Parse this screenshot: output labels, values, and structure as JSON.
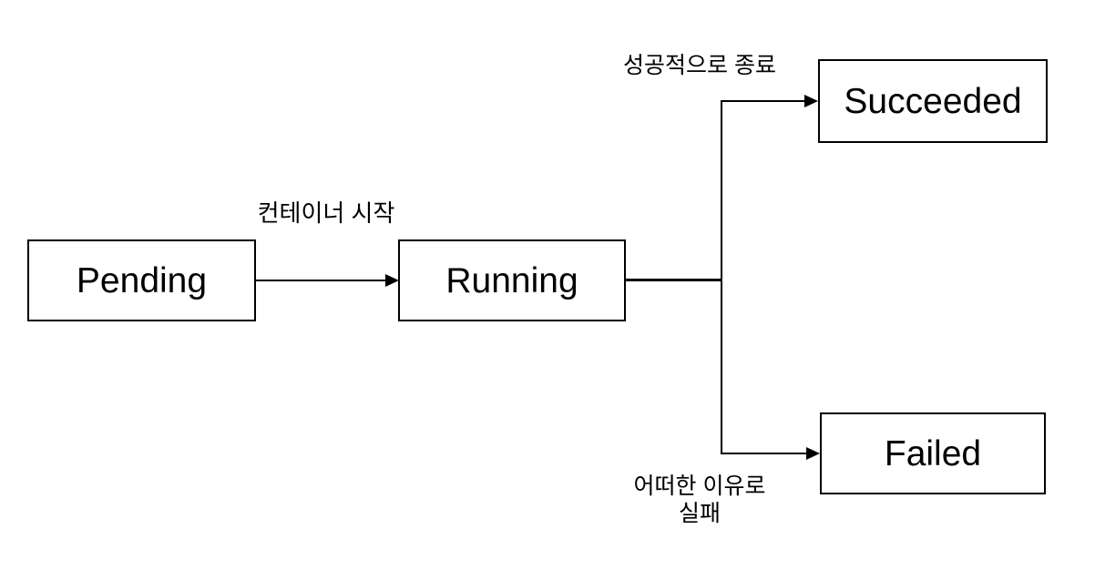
{
  "diagram": {
    "type": "state-transition-flowchart",
    "nodes": [
      {
        "id": "pending",
        "label": "Pending"
      },
      {
        "id": "running",
        "label": "Running"
      },
      {
        "id": "succeeded",
        "label": "Succeeded"
      },
      {
        "id": "failed",
        "label": "Failed"
      }
    ],
    "edges": [
      {
        "from": "pending",
        "to": "running",
        "label": "컨테이너 시작"
      },
      {
        "from": "running",
        "to": "succeeded",
        "label": "성공적으로 종료"
      },
      {
        "from": "running",
        "to": "failed",
        "label": "어떠한 이유로\n실패"
      }
    ],
    "colors": {
      "background": "#ffffff",
      "line": "#000000",
      "box_border": "#000000",
      "text": "#000000"
    }
  }
}
